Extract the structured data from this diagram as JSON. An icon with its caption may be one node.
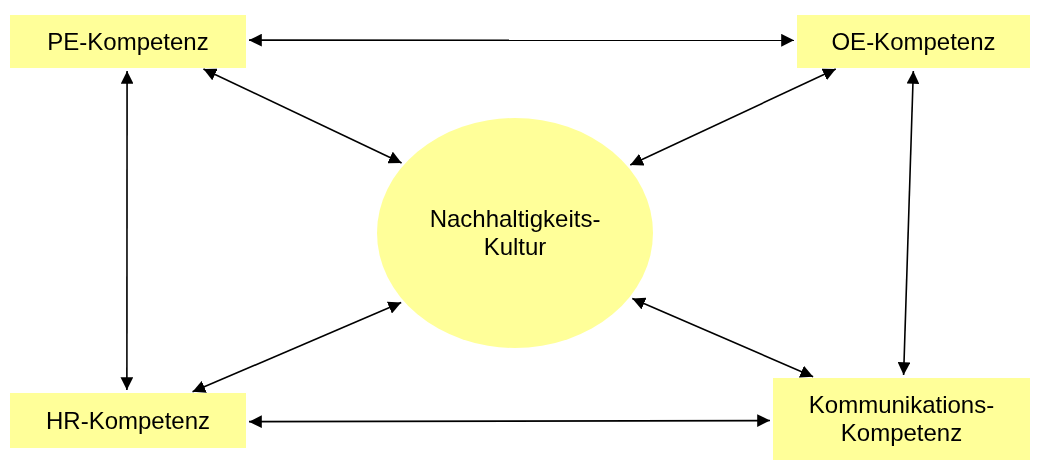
{
  "diagram": {
    "nodes": [
      {
        "text": [
          "PE-Kompetenz"
        ]
      },
      {
        "text": [
          "OE-Kompetenz"
        ]
      },
      {
        "text": [
          "Nachhaltigkeits- Kultur"
        ]
      },
      {
        "text": [
          "HR-Kompetenz"
        ]
      },
      {
        "text": [
          "Kommunikations- Kompetenz"
        ]
      }
    ],
    "edges": [
      {
        "from": 0,
        "to": 1,
        "arrow": "both"
      },
      {
        "from": 0,
        "to": 3,
        "arrow": "both"
      },
      {
        "from": 1,
        "to": 4,
        "arrow": "both"
      },
      {
        "from": 3,
        "to": 4,
        "arrow": "both"
      },
      {
        "from": 0,
        "to": 2,
        "arrow": "both"
      },
      {
        "from": 1,
        "to": 2,
        "arrow": "both"
      },
      {
        "from": 3,
        "to": 2,
        "arrow": "both"
      },
      {
        "from": 4,
        "to": 2,
        "arrow": "both"
      }
    ]
  }
}
